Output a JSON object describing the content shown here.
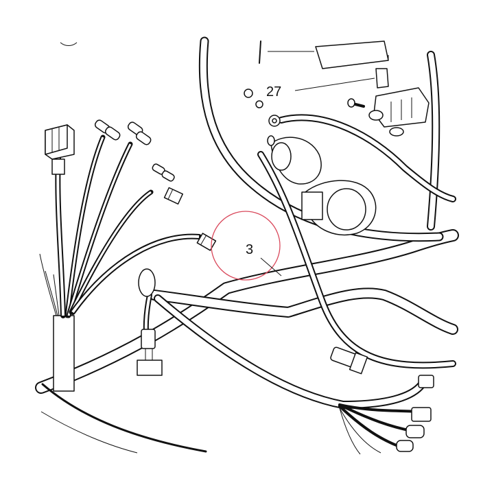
{
  "callouts": [
    {
      "id": "callout-27",
      "text": "27"
    },
    {
      "id": "callout-3",
      "text": "3"
    }
  ],
  "highlight": {
    "color": "#d9485b"
  },
  "line_color": "#111111"
}
